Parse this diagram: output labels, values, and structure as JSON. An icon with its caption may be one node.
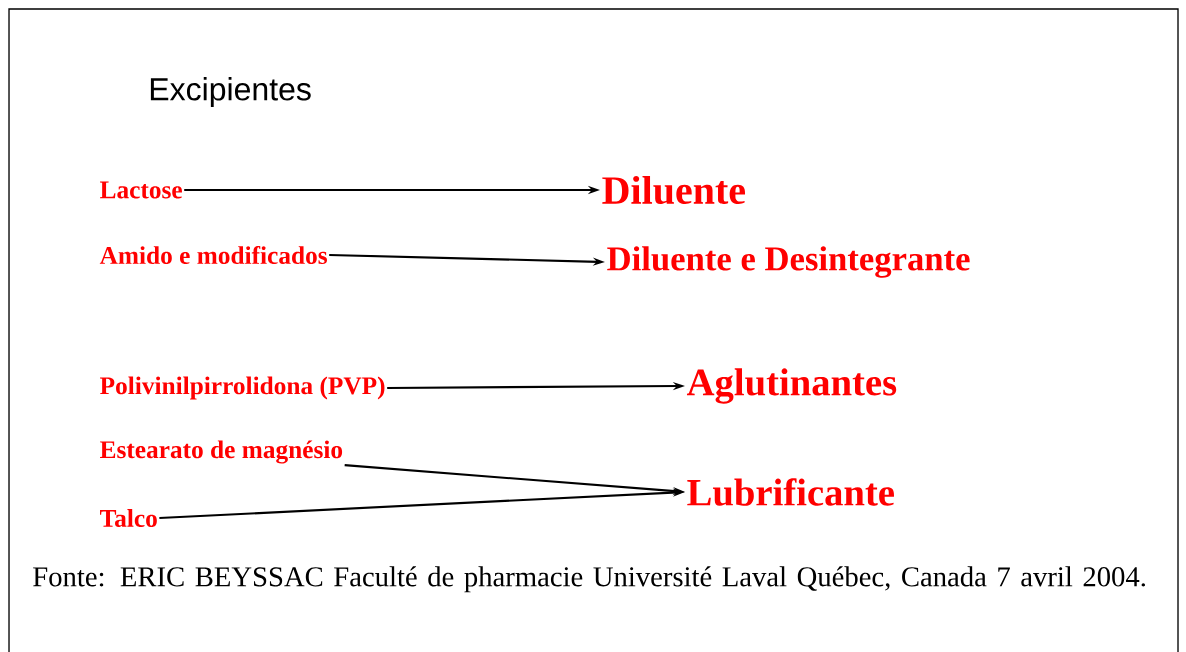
{
  "diagram": {
    "title": "Excipientes",
    "nodes": [
      {
        "text": [
          "Lactose"
        ]
      },
      {
        "text": [
          "Diluente"
        ]
      },
      {
        "text": [
          "Amido e modificados"
        ]
      },
      {
        "text": [
          "Diluente e Desintegrante"
        ]
      },
      {
        "text": [
          "Polivinilpirrolidona (PVP)"
        ]
      },
      {
        "text": [
          "Aglutinantes"
        ]
      },
      {
        "text": [
          "Estearato de magnésio"
        ]
      },
      {
        "text": [
          "Talco"
        ]
      },
      {
        "text": [
          "Lubrificante"
        ]
      }
    ],
    "edges": [
      {
        "from": 0,
        "to": 1,
        "arrow": "to"
      },
      {
        "from": 2,
        "to": 3,
        "arrow": "to"
      },
      {
        "from": 4,
        "to": 5,
        "arrow": "to"
      },
      {
        "from": 6,
        "to": 8,
        "arrow": "to"
      },
      {
        "from": 7,
        "to": 8,
        "arrow": "to"
      }
    ],
    "caption": "Fonte: ERIC BEYSSAC Faculté de pharmacie Université Laval Québec, Canada 7 avril 2004."
  }
}
